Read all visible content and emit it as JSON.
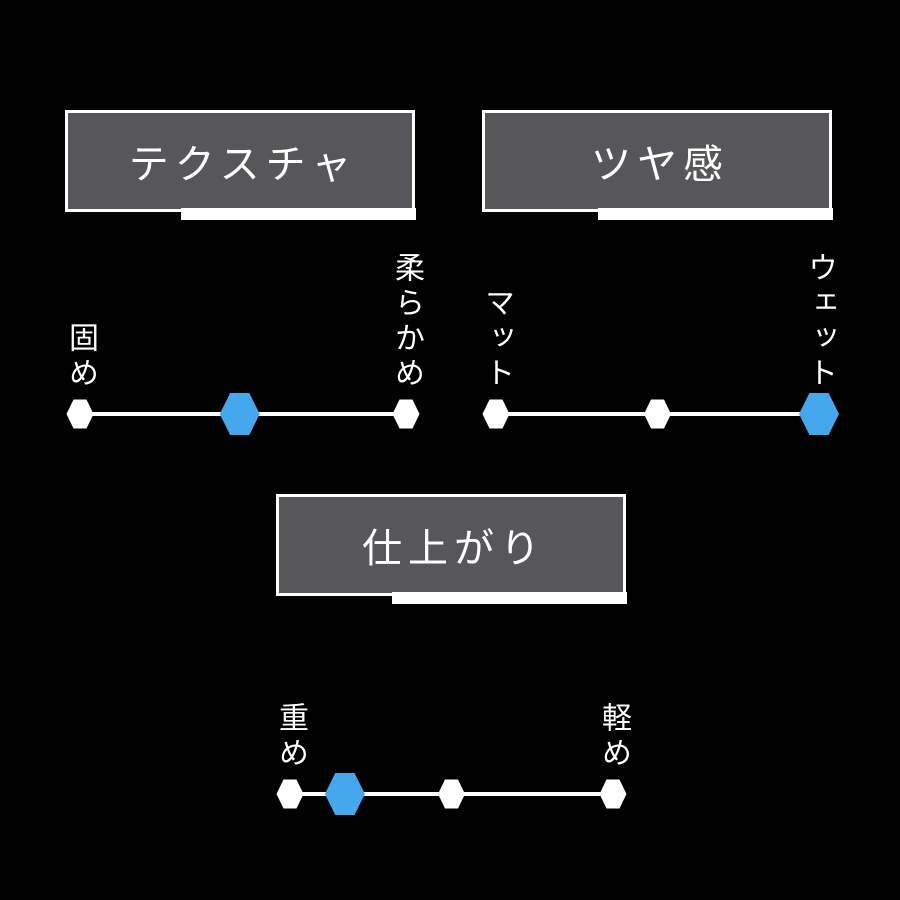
{
  "page": {
    "background": "#000000",
    "description_labels": {
      "texture": "テクスチャ",
      "gloss": "ツヤ感",
      "finish": "仕上がり"
    }
  },
  "colors": {
    "accent_blue": "#45a7ec",
    "panel_gray": "#57575a",
    "white": "#ffffff",
    "background_black": "#000000"
  },
  "sections": [
    {
      "id": "texture",
      "title": "テクスチャ",
      "left_label": "固め",
      "right_label": "柔らかめ",
      "value_percent": 49,
      "markers": [
        {
          "percent": 0,
          "color": "white",
          "size": "small"
        },
        {
          "percent": 49,
          "color": "blue",
          "size": "large"
        },
        {
          "percent": 100,
          "color": "white",
          "size": "small"
        }
      ]
    },
    {
      "id": "gloss",
      "title": "ツヤ感",
      "left_label": "マット",
      "right_label": "ウェット",
      "value_percent": 100,
      "markers": [
        {
          "percent": 0,
          "color": "white",
          "size": "small"
        },
        {
          "percent": 50,
          "color": "white",
          "size": "small"
        },
        {
          "percent": 100,
          "color": "blue",
          "size": "large"
        }
      ]
    },
    {
      "id": "finish",
      "title": "仕上がり",
      "left_label": "重め",
      "right_label": "軽め",
      "value_percent": 17,
      "markers": [
        {
          "percent": 0,
          "color": "white",
          "size": "small"
        },
        {
          "percent": 17,
          "color": "blue",
          "size": "large"
        },
        {
          "percent": 50,
          "color": "white",
          "size": "small"
        },
        {
          "percent": 100,
          "color": "white",
          "size": "small"
        }
      ]
    }
  ]
}
